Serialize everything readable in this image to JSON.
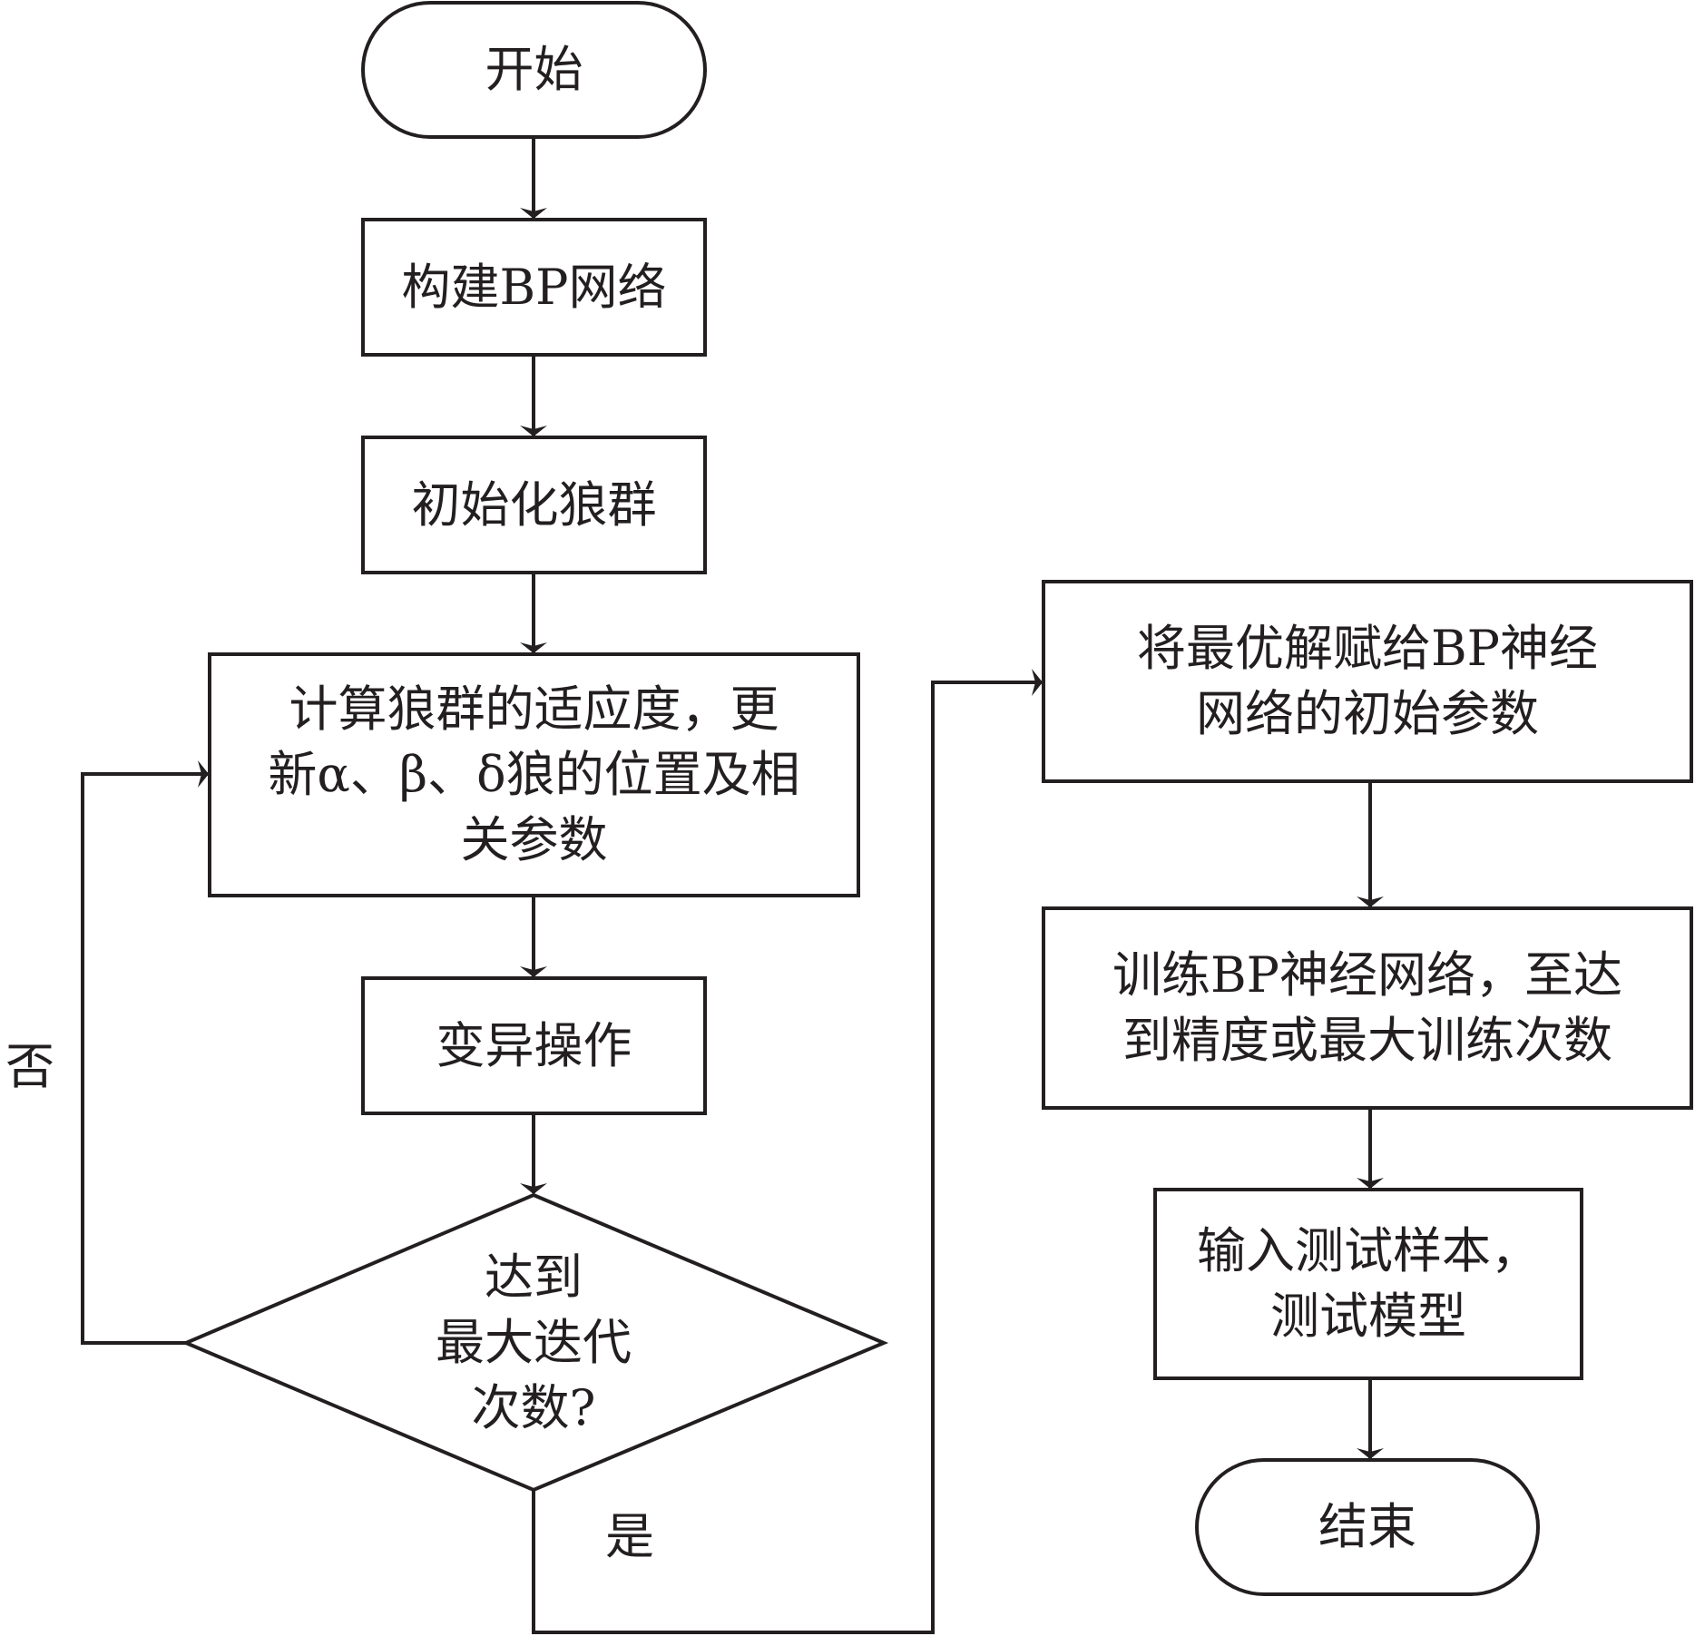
{
  "nodes": {
    "start": "开始",
    "build_bp": "构建BP网络",
    "init_wolves": "初始化狼群",
    "fitness_lines": [
      "计算狼群的适应度，更",
      "新α、β、δ狼的位置及相",
      "关参数"
    ],
    "mutation": "变异操作",
    "decision_lines": [
      "达到",
      "最大迭代",
      "次数?"
    ],
    "assign_lines": [
      "将最优解赋给BP神经",
      "网络的初始参数"
    ],
    "train_lines": [
      "训练BP神经网络，至达",
      "到精度或最大训练次数"
    ],
    "test_lines": [
      "输入测试样本，",
      "测试模型"
    ],
    "end": "结束"
  },
  "edge_labels": {
    "no": "否",
    "yes": "是"
  },
  "colors": {
    "stroke": "#231f20",
    "background": "#ffffff"
  }
}
